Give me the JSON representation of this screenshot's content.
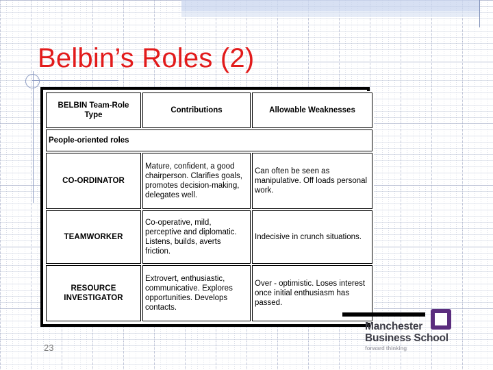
{
  "slide": {
    "title": "Belbin’s Roles (2)",
    "title_color": "#e21b1b",
    "page_number": "23"
  },
  "table": {
    "columns": [
      "BELBIN Team-Role Type",
      "Contributions",
      "Allowable Weaknesses"
    ],
    "section_label": "People-oriented roles",
    "rows": [
      {
        "role": "CO-ORDINATOR",
        "contributions": "Mature, confident, a good chairperson. Clarifies goals, promotes decision-making, delegates well.",
        "weaknesses": "Can often be seen as manipulative. Off loads personal work."
      },
      {
        "role": "TEAMWORKER",
        "contributions": "Co-operative, mild, perceptive and diplomatic. Listens, builds, averts friction.",
        "weaknesses": "Indecisive in crunch situations."
      },
      {
        "role": "RESOURCE INVESTIGATOR",
        "contributions": "Extrovert, enthusiastic, communicative. Explores opportunities. Develops contacts.",
        "weaknesses": "Over - optimistic. Loses interest once initial enthusiasm has passed."
      }
    ]
  },
  "logo": {
    "line1": "Manchester",
    "line2": "Business School",
    "tagline": "forward thinking",
    "mark_color": "#5b2d7e",
    "mark_name": "purple-square-mark"
  }
}
